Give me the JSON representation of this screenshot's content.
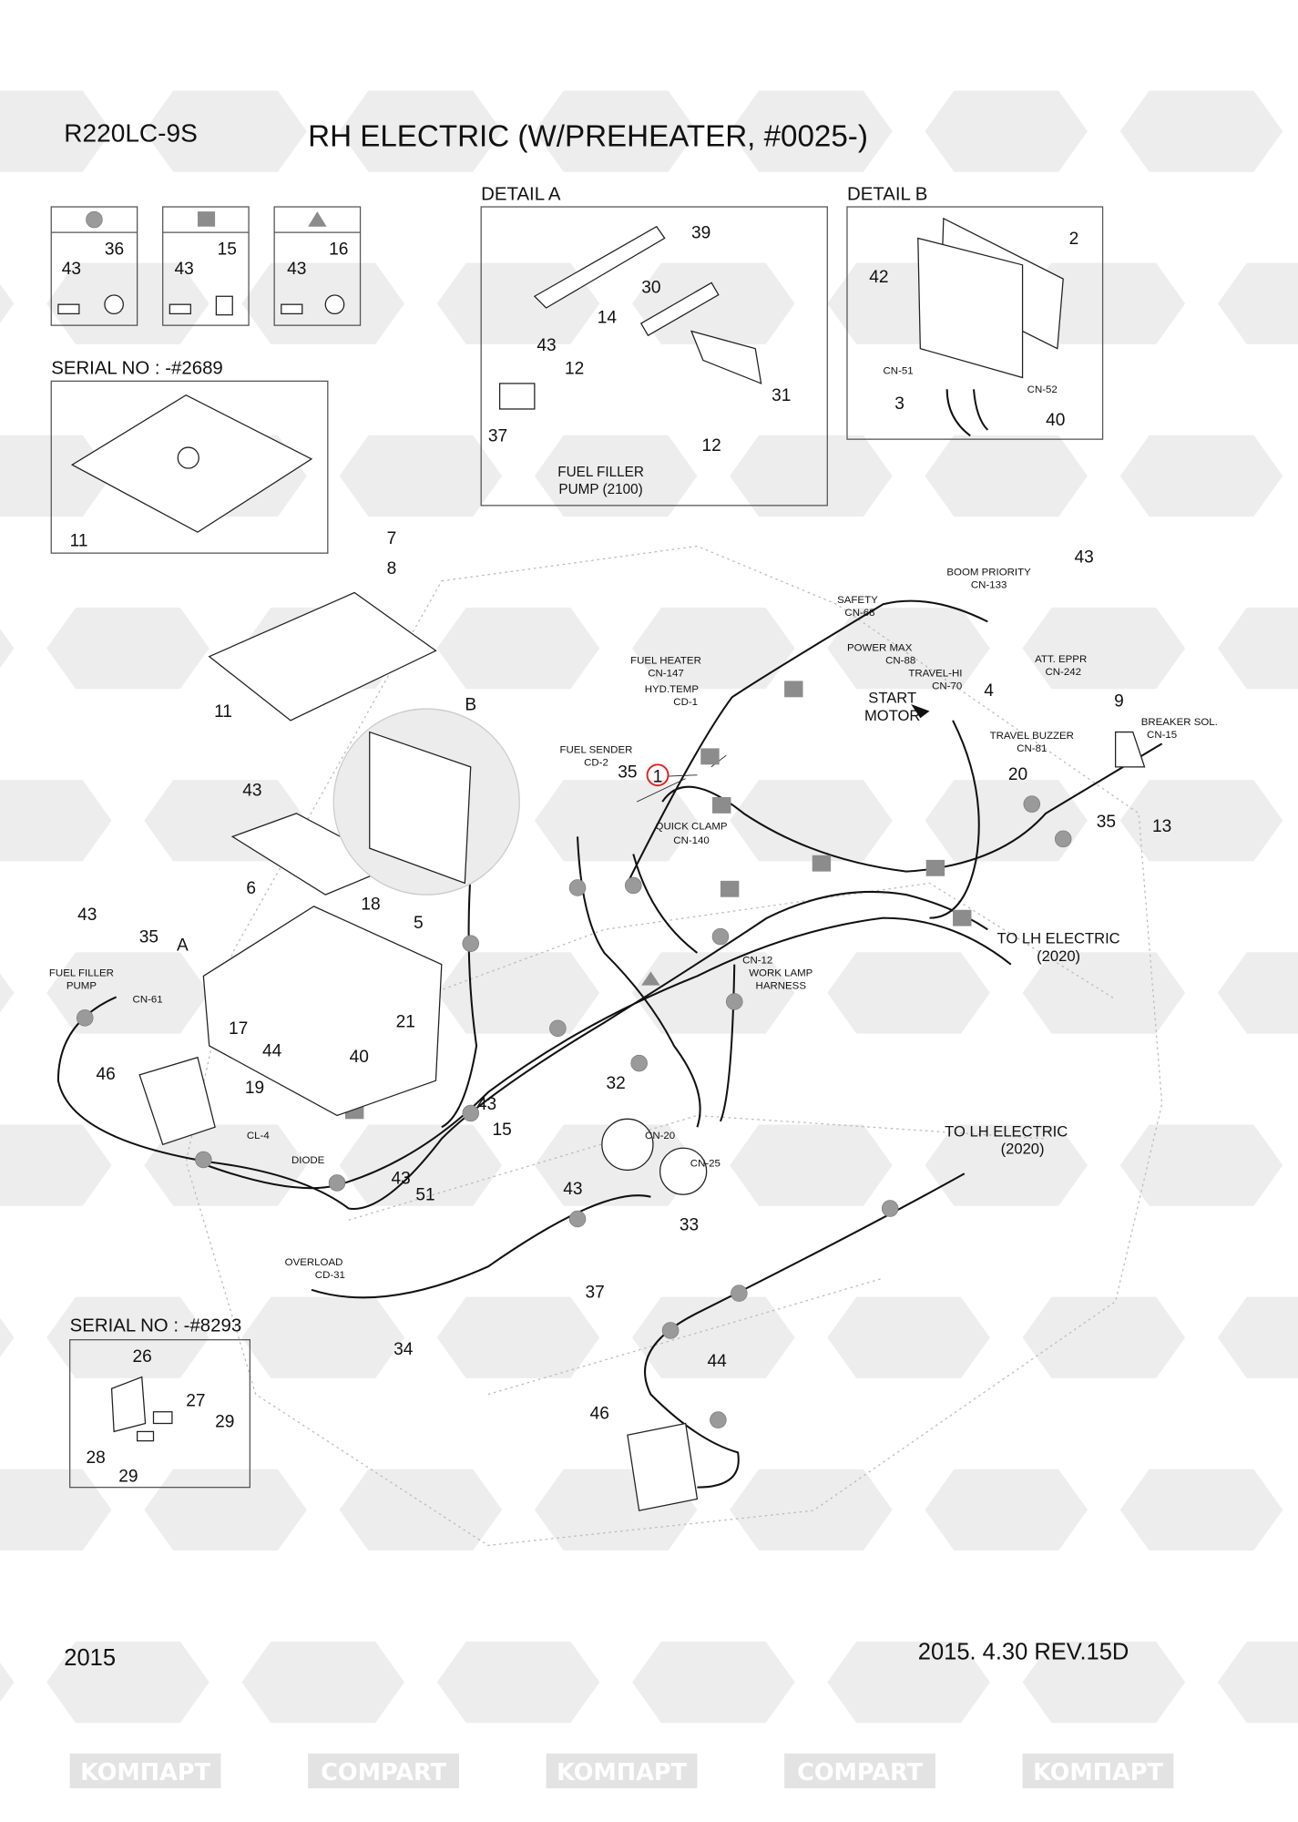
{
  "header": {
    "model": "R220LC-9S",
    "title": "RH ELECTRIC (W/PREHEATER, #0025-)"
  },
  "footer": {
    "year": "2015",
    "revision": "2015. 4.30  REV.15D"
  },
  "watermark": {
    "ru": "KOMПAPT",
    "en": "COMPART"
  },
  "colors": {
    "marker_gray": "#8c8c8c",
    "highlight_red": "#e0201e",
    "watermark_gray": "#e3e3e3"
  },
  "legend": [
    {
      "shape": "circle",
      "bolt": "43",
      "clamp": "36"
    },
    {
      "shape": "square",
      "bolt": "43",
      "clamp": "15"
    },
    {
      "shape": "triangle",
      "bolt": "43",
      "clamp": "16"
    }
  ],
  "serial_top": {
    "label": "SERIAL NO : -#2689",
    "part": "11"
  },
  "detail_a": {
    "title": "DETAIL  A",
    "parts": [
      "39",
      "30",
      "14",
      "43",
      "12",
      "31",
      "37",
      "12"
    ],
    "caption_line1": "FUEL FILLER",
    "caption_line2": "PUMP (2100)"
  },
  "detail_b": {
    "title": "DETAIL B",
    "parts": [
      "2",
      "42",
      "3",
      "40"
    ],
    "connectors": [
      "CN-51",
      "CN-52"
    ]
  },
  "main": {
    "callouts": [
      "7",
      "8",
      "11",
      "B",
      "43",
      "6",
      "18",
      "5",
      "43",
      "35",
      "A",
      "17",
      "44",
      "19",
      "40",
      "21",
      "46",
      "43",
      "51",
      "43",
      "15",
      "32",
      "43",
      "33",
      "37",
      "34",
      "35",
      "1",
      "43",
      "4",
      "9",
      "20",
      "35",
      "13",
      "44",
      "46"
    ],
    "labels": [
      "FUEL FILLER",
      "PUMP",
      "CN-61",
      "CL-4",
      "DIODE",
      "CN-20",
      "CN-25",
      "OVERLOAD",
      "CD-31",
      "FUEL SENDER",
      "CD-2",
      "QUICK CLAMP",
      "CN-140",
      "CN-12",
      "WORK LAMP",
      "HARNESS",
      "FUEL HEATER",
      "CN-147",
      "HYD.TEMP",
      "CD-1",
      "SAFETY",
      "CN-68",
      "BOOM PRIORITY",
      "CN-133",
      "POWER MAX",
      "CN-88",
      "TRAVEL-HI",
      "CN-70",
      "ATT. EPPR",
      "CN-242",
      "START",
      "MOTOR",
      "TRAVEL BUZZER",
      "CN-81",
      "BREAKER SOL.",
      "CN-15",
      "TO LH ELECTRIC",
      "(2020)",
      "TO LH ELECTRIC",
      "(2020)"
    ]
  },
  "serial_bottom": {
    "label": "SERIAL NO : -#8293",
    "parts": [
      "26",
      "27",
      "29",
      "28",
      "29"
    ]
  }
}
